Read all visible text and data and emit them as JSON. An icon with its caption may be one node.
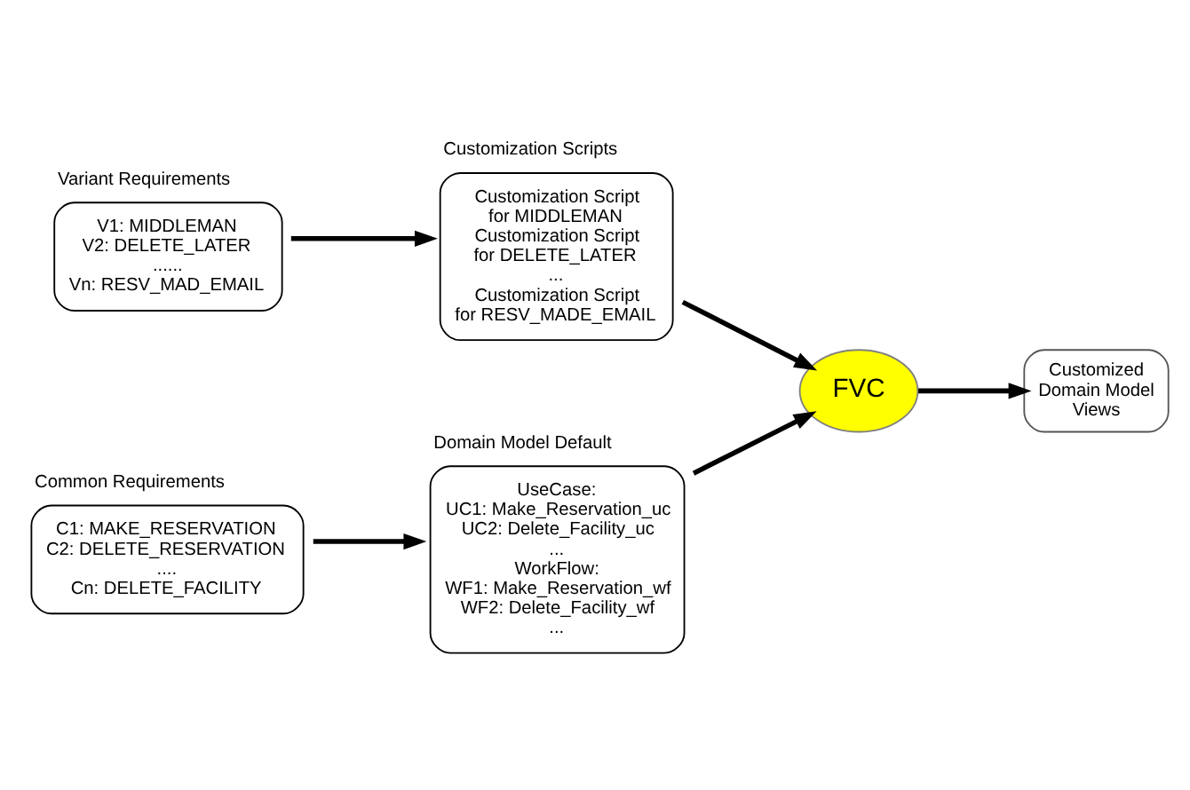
{
  "diagram": {
    "nodes": [
      {
        "text": [
          "Variant Requirements",
          "V1: MIDDLEMAN",
          "V2: DELETE_LATER",
          "......",
          "Vn: RESV_MAD_EMAIL"
        ]
      },
      {
        "text": [
          "Customization Scripts",
          "Customization Script for MIDDLEMAN",
          "Customization Script for DELETE_LATER",
          "...",
          "Customization Script for RESV_MADE_EMAIL"
        ]
      },
      {
        "text": [
          "Common Requirements",
          "C1: MAKE_RESERVATION",
          "C2: DELETE_RESERVATION",
          "....",
          "Cn: DELETE_FACILITY"
        ]
      },
      {
        "text": [
          "Domain Model Default",
          "UseCase:",
          "UC1: Make_Reservation_uc",
          "UC2: Delete_Facility_uc",
          "...",
          "WorkFlow:",
          "WF1: Make_Reservation_wf",
          "WF2: Delete_Facility_wf",
          "..."
        ]
      },
      {
        "text": [
          "FVC"
        ]
      },
      {
        "text": [
          "Customized Domain Model Views"
        ]
      }
    ],
    "edges": [
      {
        "from": 0,
        "to": 1,
        "arrow": "to"
      },
      {
        "from": 1,
        "to": 4,
        "arrow": "to"
      },
      {
        "from": 2,
        "to": 3,
        "arrow": "to"
      },
      {
        "from": 3,
        "to": 4,
        "arrow": "to"
      },
      {
        "from": 4,
        "to": 5,
        "arrow": "to"
      }
    ]
  }
}
